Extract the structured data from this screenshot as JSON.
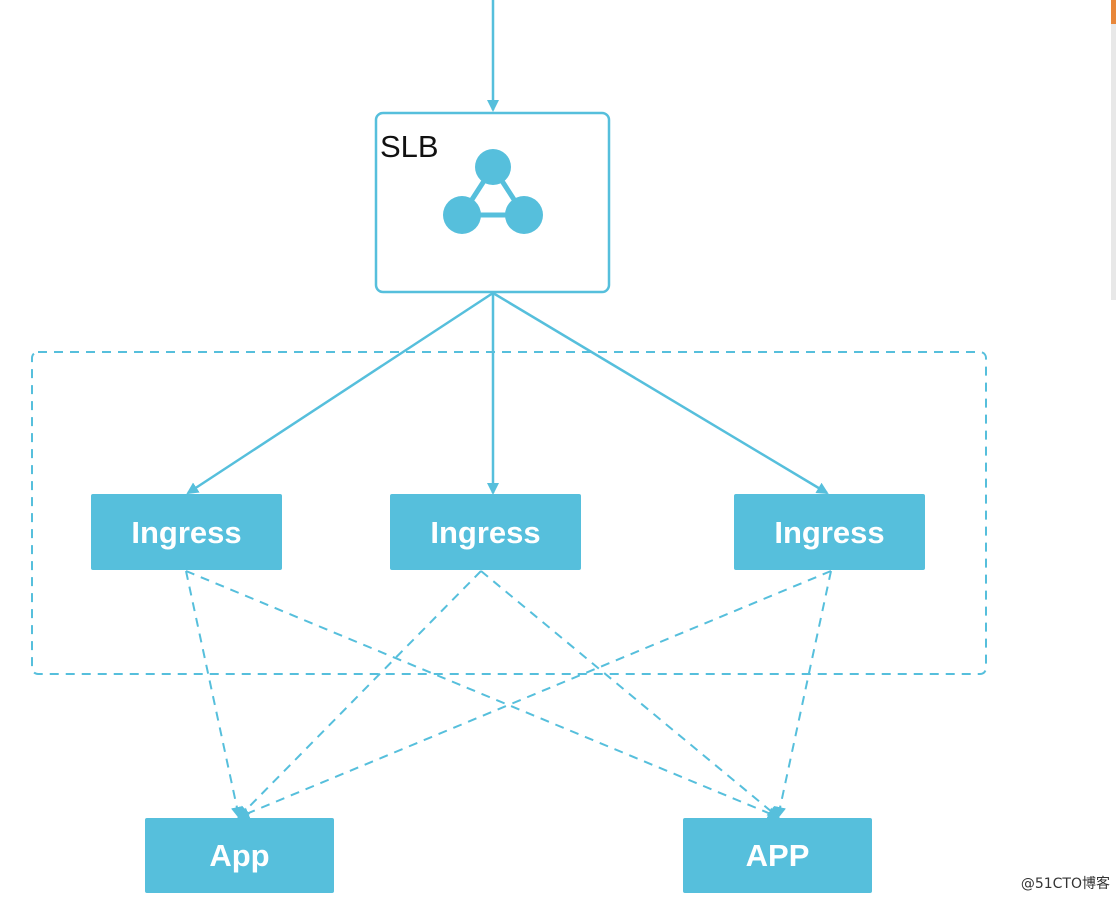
{
  "diagram": {
    "slb": {
      "label": "SLB"
    },
    "ingress_nodes": [
      {
        "label": "Ingress"
      },
      {
        "label": "Ingress"
      },
      {
        "label": "Ingress"
      }
    ],
    "app_nodes": [
      {
        "label": "App"
      },
      {
        "label": "APP"
      }
    ],
    "colors": {
      "accent": "#56bfdc",
      "line": "#56bfdc",
      "node_text": "#ffffff",
      "slb_text": "#111111",
      "scrollbar_accent": "#e8873a"
    }
  },
  "watermark": "@51CTO博客"
}
